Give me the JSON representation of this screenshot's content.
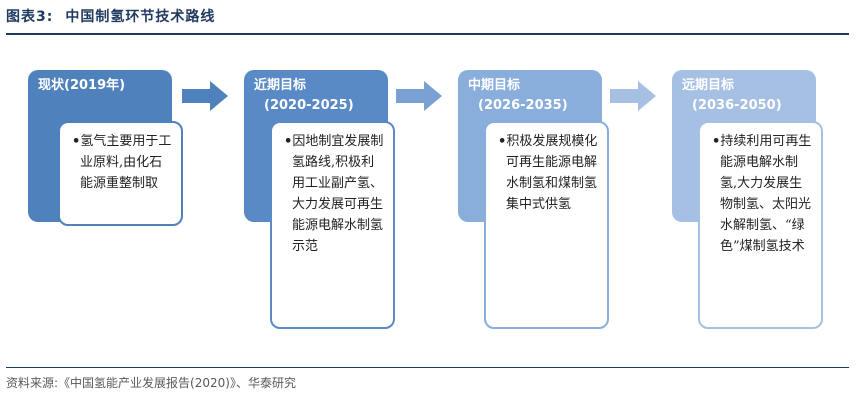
{
  "figure": {
    "number": "图表3:",
    "title": "中国制氢环节技术路线",
    "source": "资料来源:《中国氢能产业发展报告(2020)》、华泰研究"
  },
  "stages": [
    {
      "title_line1": "现状(2019年)",
      "title_line2": "",
      "bullet": "•",
      "text": "氢气主要用于工业原料,由化石能源重整制取",
      "fill": "#4f81bd",
      "card_border": "#4f81bd"
    },
    {
      "title_line1": "近期目标",
      "title_line2": "(2020-2025)",
      "bullet": "•",
      "text": "因地制宜发展制氢路线,积极利用工业副产氢、大力发展可再生能源电解水制氢示范",
      "fill": "#5a8ac6",
      "card_border": "#5a8ac6"
    },
    {
      "title_line1": "中期目标",
      "title_line2": "(2026-2035)",
      "bullet": "•",
      "text": "积极发展规模化可再生能源电解水制氢和煤制氢集中式供氢",
      "fill": "#8aaedb",
      "card_border": "#8aaedb"
    },
    {
      "title_line1": "远期目标",
      "title_line2": "(2036-2050)",
      "bullet": "•",
      "text": "持续利用可再生能源电解水制氢,大力发展生物制氢、太阳光水解制氢、“绿色”煤制氢技术",
      "fill": "#a6c0e3",
      "card_border": "#a6c0e3"
    }
  ],
  "arrows": [
    {
      "fill": "#4f81bd"
    },
    {
      "fill": "#7aa0d4"
    },
    {
      "fill": "#a6c0e3"
    }
  ]
}
